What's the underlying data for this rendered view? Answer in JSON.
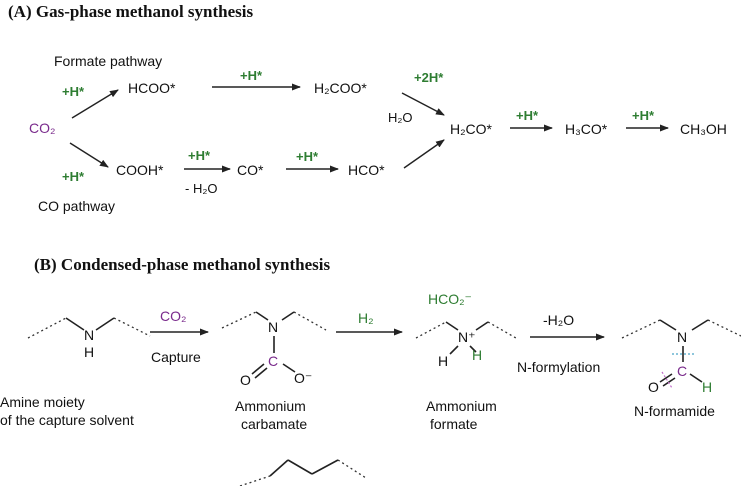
{
  "panelA": {
    "title": "(A) Gas-phase methanol synthesis",
    "formate_pathway_label": "Formate pathway",
    "co_pathway_label": "CO pathway",
    "plus_h": "+H*",
    "plus_2h": "+2H*",
    "minus_h2o": "- H₂O",
    "h2o": "H₂O",
    "co2": "CO₂",
    "hcoo": "HCOO*",
    "h2coo": "H₂COO*",
    "h2co": "H₂CO*",
    "h3co": "H₃CO*",
    "ch3oh": "CH₃OH",
    "cooh": "COOH*",
    "co": "CO*",
    "hco": "HCO*"
  },
  "panelB": {
    "title": "(B) Condensed-phase methanol synthesis",
    "co2_reagent": "CO₂",
    "capture_label": "Capture",
    "h2_reagent": "H₂",
    "minus_h2o": "-H₂O",
    "n_formylation_label": "N-formylation",
    "hco2_anion": "HCO₂⁻",
    "amine_label_line1": "Amine moiety",
    "amine_label_line2": "of the capture solvent",
    "carbamate_label_line1": "Ammonium",
    "carbamate_label_line2": "carbamate",
    "formate_label_line1": "Ammonium",
    "formate_label_line2": "formate",
    "formamide_label": "N-formamide",
    "atom_N": "N",
    "atom_H": "H",
    "atom_C": "C",
    "atom_O": "O",
    "atom_O_minus": "O⁻",
    "atom_N_plus": "N⁺"
  },
  "colors": {
    "hydrogen": "#2e7d32",
    "carbon": "#7a2b8c",
    "text": "#111111"
  }
}
